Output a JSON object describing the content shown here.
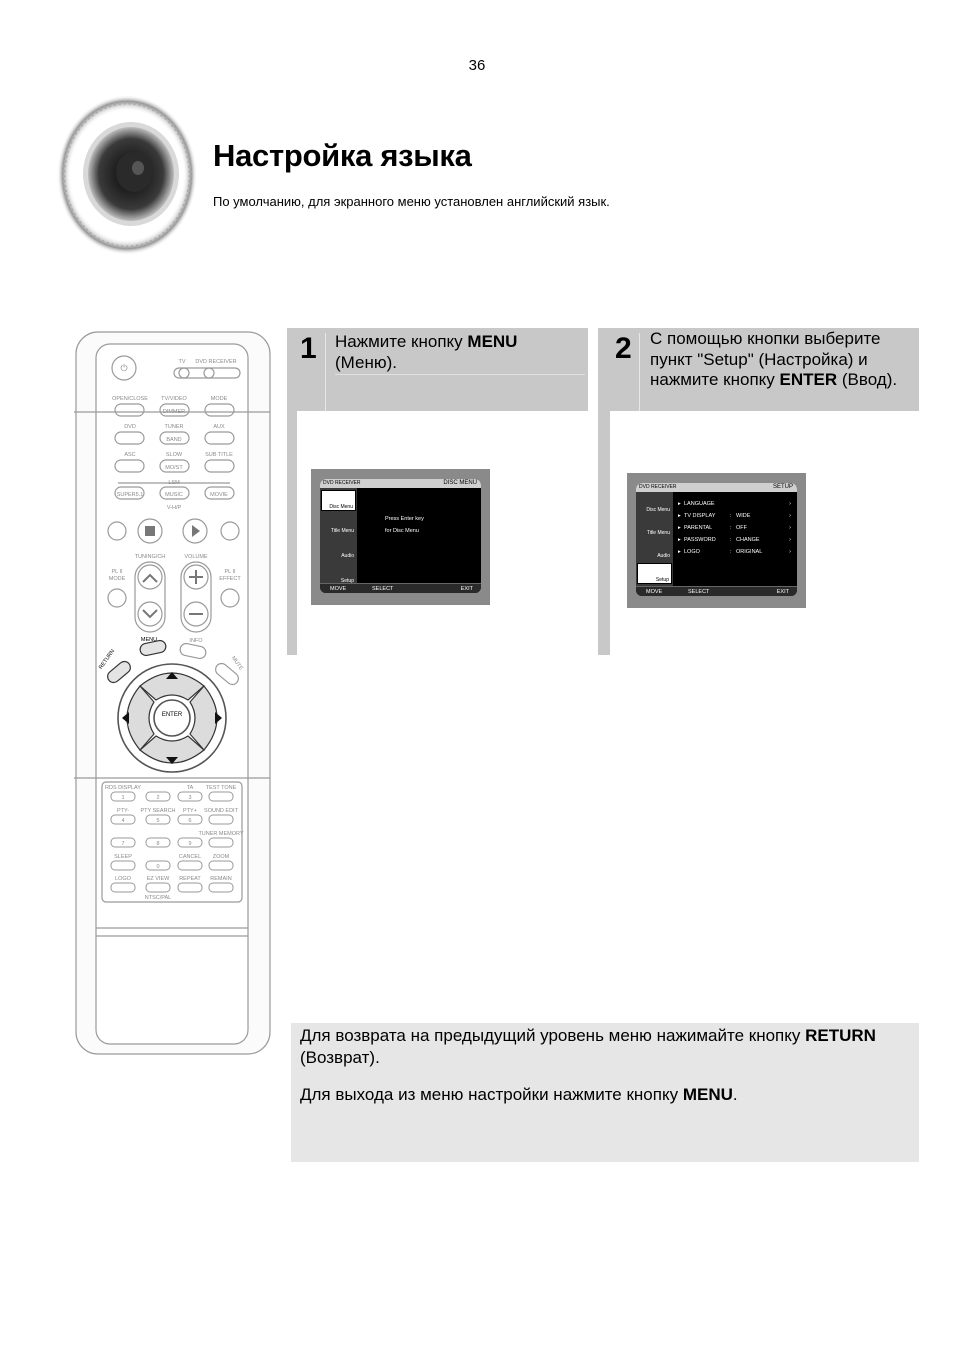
{
  "page_number": "36",
  "title": "Настройка языка",
  "subtitle": "По умолчанию, для экранного меню установлен английский язык.",
  "steps": [
    {
      "number": "1",
      "text_parts": [
        "Нажмите кнопку ",
        "MENU",
        " (Меню)."
      ],
      "screen": {
        "header_left": "DVD RECEIVER",
        "header_right": "DISC MENU",
        "side_items": [
          "Disc Menu",
          "Title Menu",
          "Audio",
          "Setup"
        ],
        "message_line1": "Press Enter key",
        "message_line2": "for Disc Menu",
        "footer": [
          "MOVE",
          "SELECT",
          "EXIT"
        ]
      }
    },
    {
      "number": "2",
      "text_parts": [
        "С помощью кнопки выберите пункт \"Setup\" (Настройка) и нажмите кнопку ",
        "ENTER",
        " (Ввод)."
      ],
      "screen": {
        "header_left": "DVD RECEIVER",
        "header_right": "SETUP",
        "side_items": [
          "Disc Menu",
          "Title Menu",
          "Audio",
          "Setup"
        ],
        "menu_rows": [
          {
            "name": "LANGUAGE",
            "value": ""
          },
          {
            "name": "TV DISPLAY",
            "value": "WIDE"
          },
          {
            "name": "PARENTAL",
            "value": "OFF"
          },
          {
            "name": "PASSWORD",
            "value": "CHANGE"
          },
          {
            "name": "LOGO",
            "value": "ORIGINAL"
          }
        ],
        "footer": [
          "MOVE",
          "SELECT",
          "EXIT"
        ]
      }
    }
  ],
  "note": {
    "line1_parts": [
      "Для возврата на предыдущий уровень меню нажимайте кнопку ",
      "RETURN",
      " (Возврат)."
    ],
    "line2_parts": [
      "Для выхода из меню настройки нажмите кнопку ",
      "MENU",
      "."
    ]
  },
  "remote": {
    "tv": "TV",
    "dvd_receiver": "DVD RECEIVER",
    "open_close": "OPEN/CLOSE",
    "tv_video": "TV/VIDEO",
    "mode": "MODE",
    "dimmer": "DIMMER",
    "dvd": "DVD",
    "tuner": "TUNER",
    "aux": "AUX",
    "band": "BAND",
    "asc": "ASC",
    "slow": "SLOW",
    "subtitle": "SUB TITLE",
    "mo_st": "MO/ST",
    "lsm": "LSM",
    "super51": "SUPER5.1",
    "music": "MUSIC",
    "movie": "MOVIE",
    "vhp": "V-H/P",
    "tuning_ch": "TUNING/CH",
    "volume": "VOLUME",
    "pl2_mode_top": "PL II",
    "pl2_mode_bottom": "MODE",
    "pl2_effect_top": "PL II",
    "pl2_effect_bottom": "EFFECT",
    "menu": "MENU",
    "info": "INFO",
    "return": "RETURN",
    "mute": "MUTE",
    "enter": "ENTER",
    "rds_display": "RDS DISPLAY",
    "ta": "TA",
    "test_tone": "TEST TONE",
    "pty_minus": "PTY-",
    "pty_search": "PTY SEARCH",
    "pty_plus": "PTY+",
    "sound_edit": "SOUND EDIT",
    "tuner_memory": "TUNER MEMORY",
    "sleep": "SLEEP",
    "cancel": "CANCEL",
    "zoom": "ZOOM",
    "logo": "LOGO",
    "ez_view": "EZ VIEW",
    "repeat": "REPEAT",
    "remain": "REMAIN",
    "ntsc_pal": "NTSC/PAL",
    "digits": [
      "1",
      "2",
      "3",
      "4",
      "5",
      "6",
      "7",
      "8",
      "9",
      "0"
    ]
  }
}
